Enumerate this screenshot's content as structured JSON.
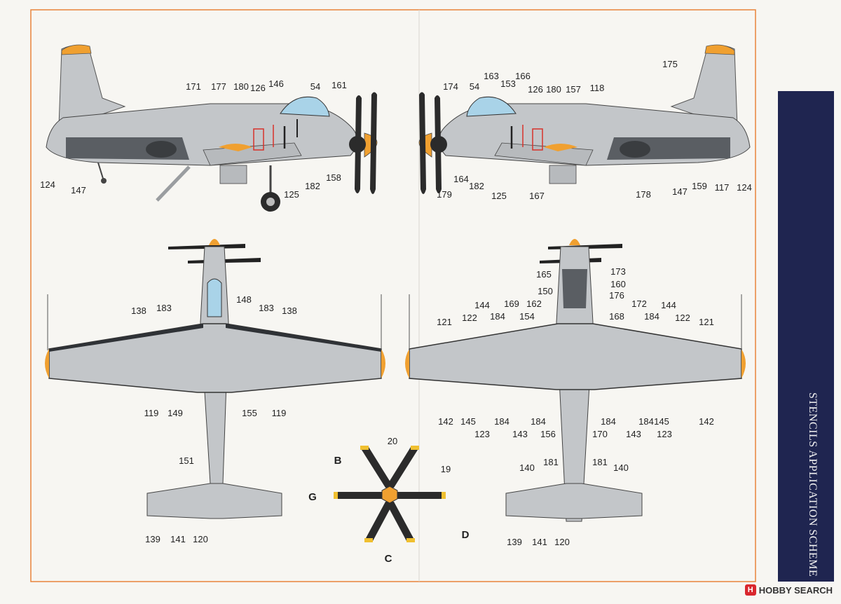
{
  "sheet": {
    "banner_title": "STENCILS APPLICATION SCHEME",
    "watermark": "HOBBY SEARCH",
    "colors": {
      "border": "#e8843a",
      "aircraft_grey": "#c3c6c9",
      "panel_dark": "#5a5e63",
      "orange_tip": "#f0a030",
      "canopy": "#a9d3e8",
      "banner_navy": "#1f2550",
      "stencil_red": "#d8322a"
    }
  },
  "callouts": {
    "left_side": [
      "171",
      "177",
      "180",
      "126",
      "146",
      "54",
      "161",
      "124",
      "147",
      "125",
      "182",
      "158"
    ],
    "right_side": [
      "163",
      "166",
      "174",
      "54",
      "153",
      "126",
      "180",
      "157",
      "118",
      "175",
      "179",
      "164",
      "182",
      "125",
      "167",
      "178",
      "147",
      "159",
      "117",
      "124"
    ],
    "top_view": [
      "138",
      "183",
      "148",
      "183",
      "138",
      "119",
      "149",
      "155",
      "119",
      "151",
      "139",
      "141",
      "120"
    ],
    "bottom_view": [
      "165",
      "173",
      "150",
      "160",
      "176",
      "144",
      "169",
      "162",
      "172",
      "144",
      "122",
      "184",
      "154",
      "168",
      "184",
      "122",
      "121",
      "121",
      "142",
      "145",
      "184",
      "143",
      "184",
      "156",
      "170",
      "184",
      "143",
      "184",
      "123",
      "145",
      "142",
      "123",
      "140",
      "181",
      "181",
      "140",
      "139",
      "141",
      "120"
    ],
    "propeller": [
      "20",
      "19",
      "B",
      "G",
      "D",
      "C"
    ]
  }
}
